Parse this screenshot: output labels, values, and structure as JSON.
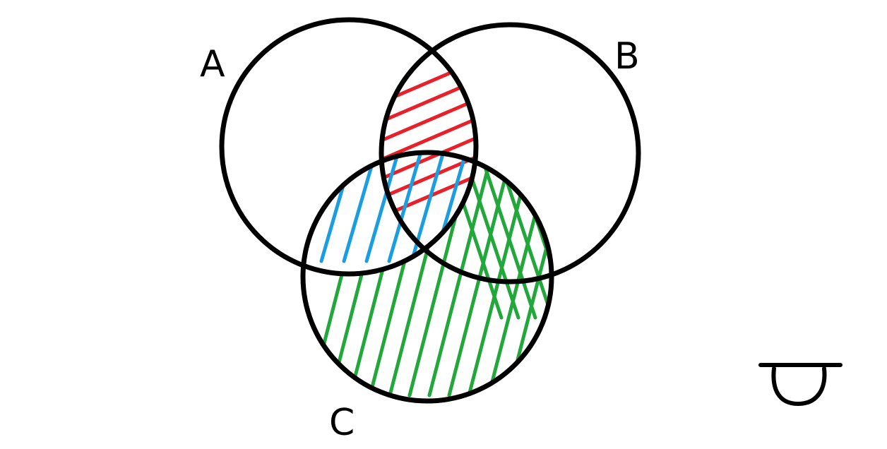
{
  "diagram": {
    "type": "venn-diagram",
    "sets": [
      {
        "label": "A"
      },
      {
        "label": "B"
      },
      {
        "label": "C"
      }
    ],
    "universe_symbol": "U",
    "colors": {
      "outline": "#000000",
      "hatch_a_and_b": "#e8202a",
      "hatch_a_and_c": "#1a9ee0",
      "hatch_c_not_a": "#22a83a"
    },
    "shaded_regions": [
      {
        "region": "A∩B",
        "color_key": "hatch_a_and_b"
      },
      {
        "region": "A∩C",
        "color_key": "hatch_a_and_c"
      },
      {
        "region": "C∖A",
        "color_key": "hatch_c_not_a"
      }
    ]
  }
}
